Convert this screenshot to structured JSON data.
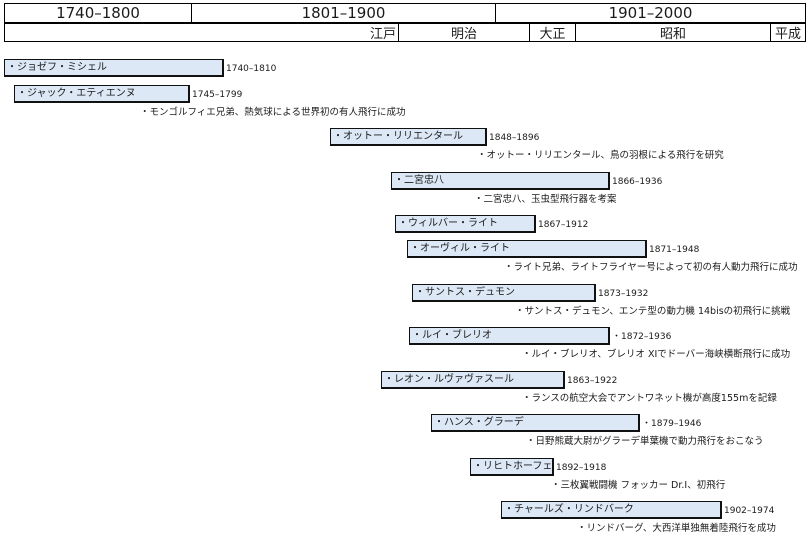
{
  "centuries": [
    "1740–1800",
    "1801–1900",
    "1901–2000"
  ],
  "eras": [
    "江戸",
    "明治",
    "大正",
    "昭和",
    "平成"
  ],
  "people": [
    {
      "name": "・ジョゼフ・ミシェル",
      "span": "1740–1810"
    },
    {
      "name": "・ジャック・エティエンヌ",
      "span": "1745–1799",
      "desc": "・モンゴルフィエ兄弟、熱気球による世界初の有人飛行に成功"
    },
    {
      "name": "・オットー・リリエンタール",
      "span": "1848–1896",
      "desc": "・オットー・リリエンタール、鳥の羽根による飛行を研究"
    },
    {
      "name": "・二宮忠八",
      "span": "1866–1936",
      "desc": "・二宮忠八、玉虫型飛行器を考案"
    },
    {
      "name": "・ウィルバー・ライト",
      "span": "1867–1912"
    },
    {
      "name": "・オーヴィル・ライト",
      "span": "1871–1948",
      "desc": "・ライト兄弟、ライトフライヤー号によって初の有人動力飛行に成功"
    },
    {
      "name": "・サントス・デュモン",
      "span": "1873–1932",
      "desc": "・サントス・デュモン、エンテ型の動力機 14bisの初飛行に挑戦"
    },
    {
      "name": "・ルイ・ブレリオ",
      "span": "・1872–1936",
      "desc": "・ルイ・ブレリオ、ブレリオ XIでドーバー海峡横断飛行に成功"
    },
    {
      "name": "・レオン・ルヴァヴァスール",
      "span": "1863–1922",
      "desc": "・ランスの航空大会でアントワネット機が高度155mを記録"
    },
    {
      "name": "・ハンス・グラーデ",
      "span": "・1879–1946",
      "desc": "・日野熊蔵大尉がグラーデ単葉機で動力飛行をおこなう"
    },
    {
      "name": "・リヒトホーフェン",
      "span": "1892–1918",
      "desc": "・三枚翼戦闘機 フォッカー Dr.I、初飛行"
    },
    {
      "name": "・チャールズ・リンドバーク",
      "span": "1902–1974",
      "desc": "・リンドバーグ、大西洋単独無着陸飛行を成功"
    }
  ]
}
